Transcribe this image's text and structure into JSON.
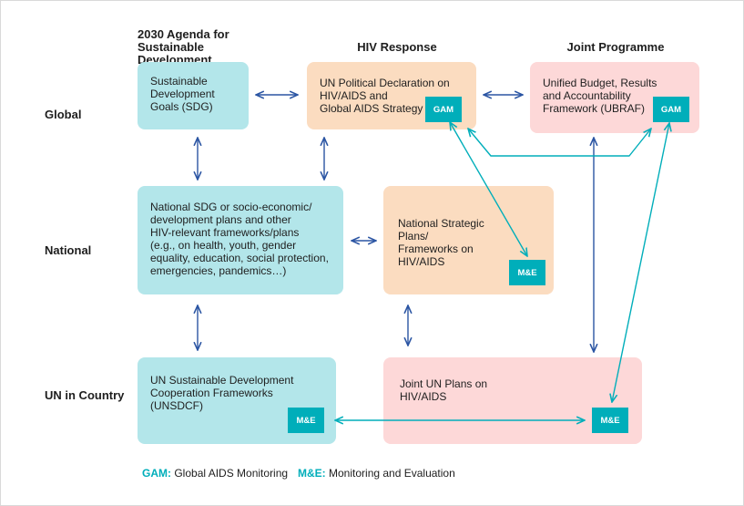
{
  "columns": {
    "agenda": "2030 Agenda for\nSustainable Development",
    "hiv_response": "HIV Response",
    "joint_programme": "Joint Programme"
  },
  "rows": {
    "global": "Global",
    "national": "National",
    "un_country": "UN in Country"
  },
  "boxes": {
    "sdg": "Sustainable\nDevelopment\nGoals (SDG)",
    "un_declaration": "UN Political Declaration on\nHIV/AIDS and\nGlobal AIDS Strategy",
    "ubraf": "Unified Budget, Results\nand Accountability\nFramework (UBRAF)",
    "national_sdg": "National SDG or socio-economic/\ndevelopment plans and other\nHIV-relevant frameworks/plans\n(e.g., on health, youth, gender\nequality, education, social protection,\nemergencies, pandemics…)",
    "nsp": "National Strategic\nPlans/\nFrameworks on\nHIV/AIDS",
    "unsdcf": "UN Sustainable Development\nCooperation Frameworks (UNSDCF)",
    "joint_un_plans": "Joint UN Plans on\nHIV/AIDS"
  },
  "badges": {
    "gam": "GAM",
    "me": "M&E"
  },
  "legend": {
    "gam_key": "GAM:",
    "gam_text": "Global AIDS Monitoring",
    "me_key": "M&E:",
    "me_text": "Monitoring and Evaluation"
  },
  "colors": {
    "teal_box": "#b3e6ea",
    "orange_box": "#fbdcc0",
    "pink_box": "#fdd8d8",
    "badge": "#00aeba",
    "blue_arrow": "#2b55a3",
    "teal_arrow": "#00aeba"
  }
}
